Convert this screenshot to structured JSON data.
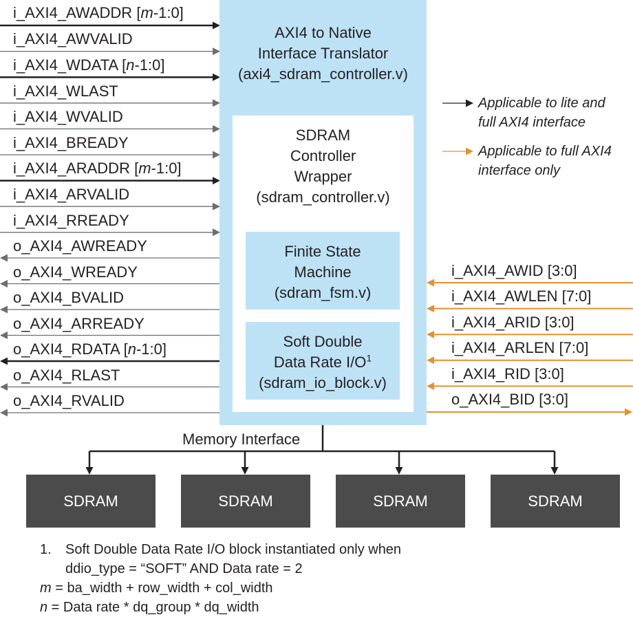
{
  "colors": {
    "outer_block": "#bde2f6",
    "inner_block": "#ffffff",
    "sub_block": "#bde2f6",
    "sdram": "#4b4b4b",
    "wire_black": "#231f20",
    "wire_gray": "#6d6e71",
    "wire_orange": "#e8902c"
  },
  "translator": {
    "line1": "AXI4 to Native",
    "line2": "Interface Translator",
    "line3": "(axi4_sdram_controller.v)"
  },
  "wrapper": {
    "line1": "SDRAM",
    "line2": "Controller",
    "line3": "Wrapper",
    "line4": "(sdram_controller.v)"
  },
  "fsm": {
    "line1": "Finite State",
    "line2": "Machine",
    "line3": "(sdram_fsm.v)"
  },
  "ddio": {
    "line1": "Soft Double",
    "line2": "Data Rate I/O",
    "sup": "1",
    "line3": "(sdram_io_block.v)"
  },
  "left_inputs": [
    {
      "name": "i_AXI4_AWADDR",
      "bus_open": " [",
      "bus_var": "m",
      "bus_close": "-1:0]"
    },
    {
      "name": "i_AXI4_AWVALID"
    },
    {
      "name": "i_AXI4_WDATA",
      "bus_open": " [",
      "bus_var": "n",
      "bus_close": "-1:0]"
    },
    {
      "name": "i_AXI4_WLAST"
    },
    {
      "name": "i_AXI4_WVALID"
    },
    {
      "name": "i_AXI4_BREADY"
    },
    {
      "name": "i_AXI4_ARADDR",
      "bus_open": " [",
      "bus_var": "m",
      "bus_close": "-1:0]"
    },
    {
      "name": "i_AXI4_ARVALID"
    },
    {
      "name": "i_AXI4_RREADY"
    }
  ],
  "left_outputs": [
    {
      "name": "o_AXI4_AWREADY"
    },
    {
      "name": "o_AXI4_WREADY"
    },
    {
      "name": "o_AXI4_BVALID"
    },
    {
      "name": "o_AXI4_ARREADY"
    },
    {
      "name": "o_AXI4_RDATA",
      "bus_open": " [",
      "bus_var": "n",
      "bus_close": "-1:0]"
    },
    {
      "name": "o_AXI4_RLAST"
    },
    {
      "name": "o_AXI4_RVALID"
    }
  ],
  "right_signals": [
    {
      "name": "i_AXI4_AWID [3:0]"
    },
    {
      "name": "i_AXI4_AWLEN [7:0]"
    },
    {
      "name": "i_AXI4_ARID [3:0]"
    },
    {
      "name": "i_AXI4_ARLEN [7:0]"
    },
    {
      "name": "i_AXI4_RID [3:0]"
    },
    {
      "name": "o_AXI4_BID [3:0]"
    }
  ],
  "legend": {
    "black": {
      "line1": "Applicable to lite and",
      "line2": "full AXI4 interface"
    },
    "orange": {
      "line1": "Applicable to full AXI4",
      "line2": "interface only"
    }
  },
  "memory_interface": "Memory Interface",
  "sdram_blocks": [
    "SDRAM",
    "SDRAM",
    "SDRAM",
    "SDRAM"
  ],
  "notes": {
    "num": "1.",
    "line1": "Soft Double Data Rate I/O block instantiated only when",
    "line2": "ddio_type = “SOFT” AND Data rate = 2",
    "m_var": "m",
    "m_def": " = ba_width + row_width + col_width",
    "n_var": "n",
    "n_def": " = Data rate * dq_group * dq_width"
  }
}
